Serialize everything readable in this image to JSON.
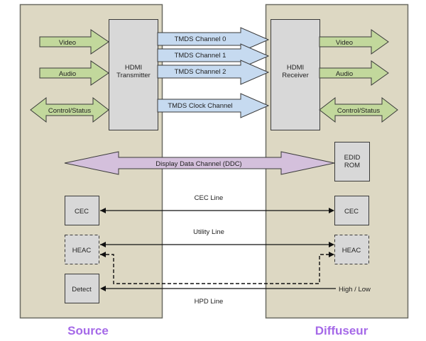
{
  "diagram": {
    "title": "HDMI block diagram",
    "colors": {
      "panel": "#ddd8c3",
      "block": "#d8d8d8",
      "green_arrow": "#c2d89c",
      "blue_arrow": "#c6daf0",
      "purple_arrow": "#d4c0dc",
      "caption": "#a569e8",
      "stroke": "#3a3a3a"
    },
    "source": {
      "caption": "Source",
      "transmitter": [
        "HDMI",
        "Transmitter"
      ],
      "inputs": [
        "Video",
        "Audio",
        "Control/Status"
      ],
      "blocks": {
        "cec": "CEC",
        "heac": "HEAC",
        "detect": "Detect"
      }
    },
    "sink": {
      "caption": "Diffuseur",
      "receiver": [
        "HDMI",
        "Receiver"
      ],
      "outputs": [
        "Video",
        "Audio",
        "Control/Status"
      ],
      "edid": [
        "EDID",
        "ROM"
      ],
      "blocks": {
        "cec": "CEC",
        "heac": "HEAC"
      },
      "hpd_state": "High / Low"
    },
    "tmds_channels": [
      "TMDS Channel 0",
      "TMDS Channel 1",
      "TMDS Channel 2",
      "TMDS Clock Channel"
    ],
    "ddc": "Display Data Channel (DDC)",
    "lines": {
      "cec": "CEC Line",
      "utility": "Utility Line",
      "hpd": "HPD Line"
    }
  }
}
